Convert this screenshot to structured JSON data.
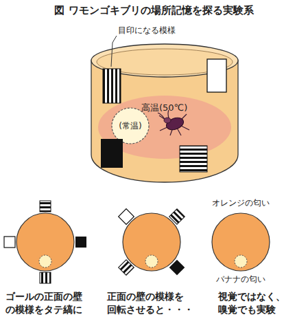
{
  "diagram": {
    "title": "図 ワモンゴキブリの場所記憶を探る実験系",
    "nodes": [
      {
        "text": [
          "高温(50℃)"
        ]
      },
      {
        "text": [
          "(常温)"
        ],
        "in": 0
      }
    ],
    "labels": [
      "目印になる模様",
      "オレンジの匂い",
      "バナナの匂い",
      "ゴールの正面の壁の模様をタテ縞に",
      "正面の壁の模様を回転させると・・・",
      "視覚ではなく、嗅覚でも実験"
    ]
  }
}
